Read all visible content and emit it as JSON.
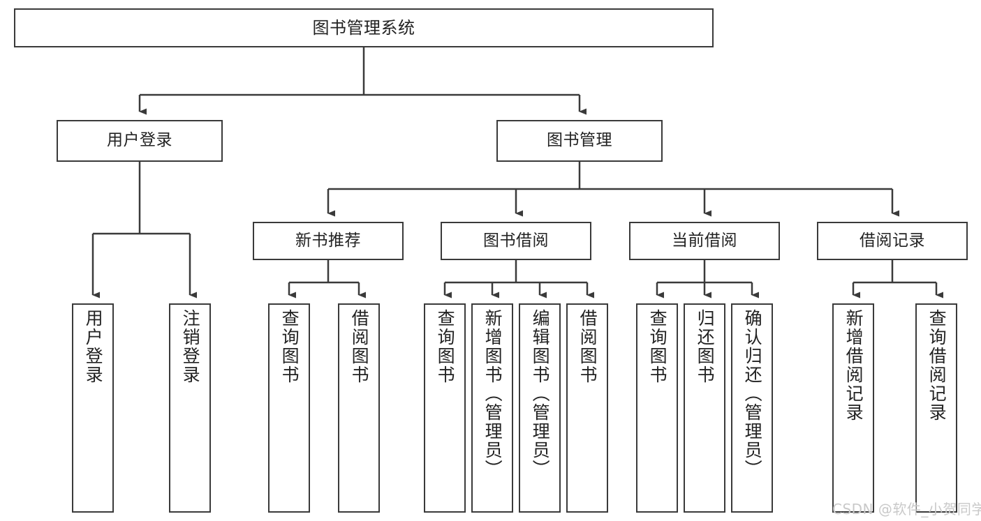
{
  "diagram": {
    "title_node": {
      "id": "root",
      "label": "图书管理系统"
    },
    "level1": [
      {
        "id": "login",
        "label": "用户登录"
      },
      {
        "id": "bookmgmt",
        "label": "图书管理"
      }
    ],
    "level2": [
      {
        "id": "newbook",
        "label": "新书推荐",
        "parent": "bookmgmt"
      },
      {
        "id": "borrow",
        "label": "图书借阅",
        "parent": "bookmgmt"
      },
      {
        "id": "current",
        "label": "当前借阅",
        "parent": "bookmgmt"
      },
      {
        "id": "record",
        "label": "借阅记录",
        "parent": "bookmgmt"
      }
    ],
    "leaves": [
      {
        "id": "leaf-user-login",
        "label": "用户登录",
        "parent": "login"
      },
      {
        "id": "leaf-user-logout",
        "label": "注销登录",
        "parent": "login"
      },
      {
        "id": "leaf-query-book-new",
        "label": "查询图书",
        "parent": "newbook"
      },
      {
        "id": "leaf-borrow-book-new",
        "label": "借阅图书",
        "parent": "newbook"
      },
      {
        "id": "leaf-query-book-b",
        "label": "查询图书",
        "parent": "borrow"
      },
      {
        "id": "leaf-add-book",
        "label": "新增图书（管理员）",
        "parent": "borrow"
      },
      {
        "id": "leaf-edit-book",
        "label": "编辑图书（管理员）",
        "parent": "borrow"
      },
      {
        "id": "leaf-borrow-book-b",
        "label": "借阅图书",
        "parent": "borrow"
      },
      {
        "id": "leaf-query-book-c",
        "label": "查询图书",
        "parent": "current"
      },
      {
        "id": "leaf-return-book",
        "label": "归还图书",
        "parent": "current"
      },
      {
        "id": "leaf-confirm-return",
        "label": "确认归还（管理员）",
        "parent": "current"
      },
      {
        "id": "leaf-add-record",
        "label": "新增借阅记录",
        "parent": "record"
      },
      {
        "id": "leaf-query-record",
        "label": "查询借阅记录",
        "parent": "record"
      }
    ],
    "colors": {
      "stroke": "#3a3a3a",
      "text": "#222222",
      "background": "#ffffff",
      "watermark": "#c9c9c9"
    }
  },
  "watermark": {
    "text": "CSDN @软件_小贺同学"
  }
}
